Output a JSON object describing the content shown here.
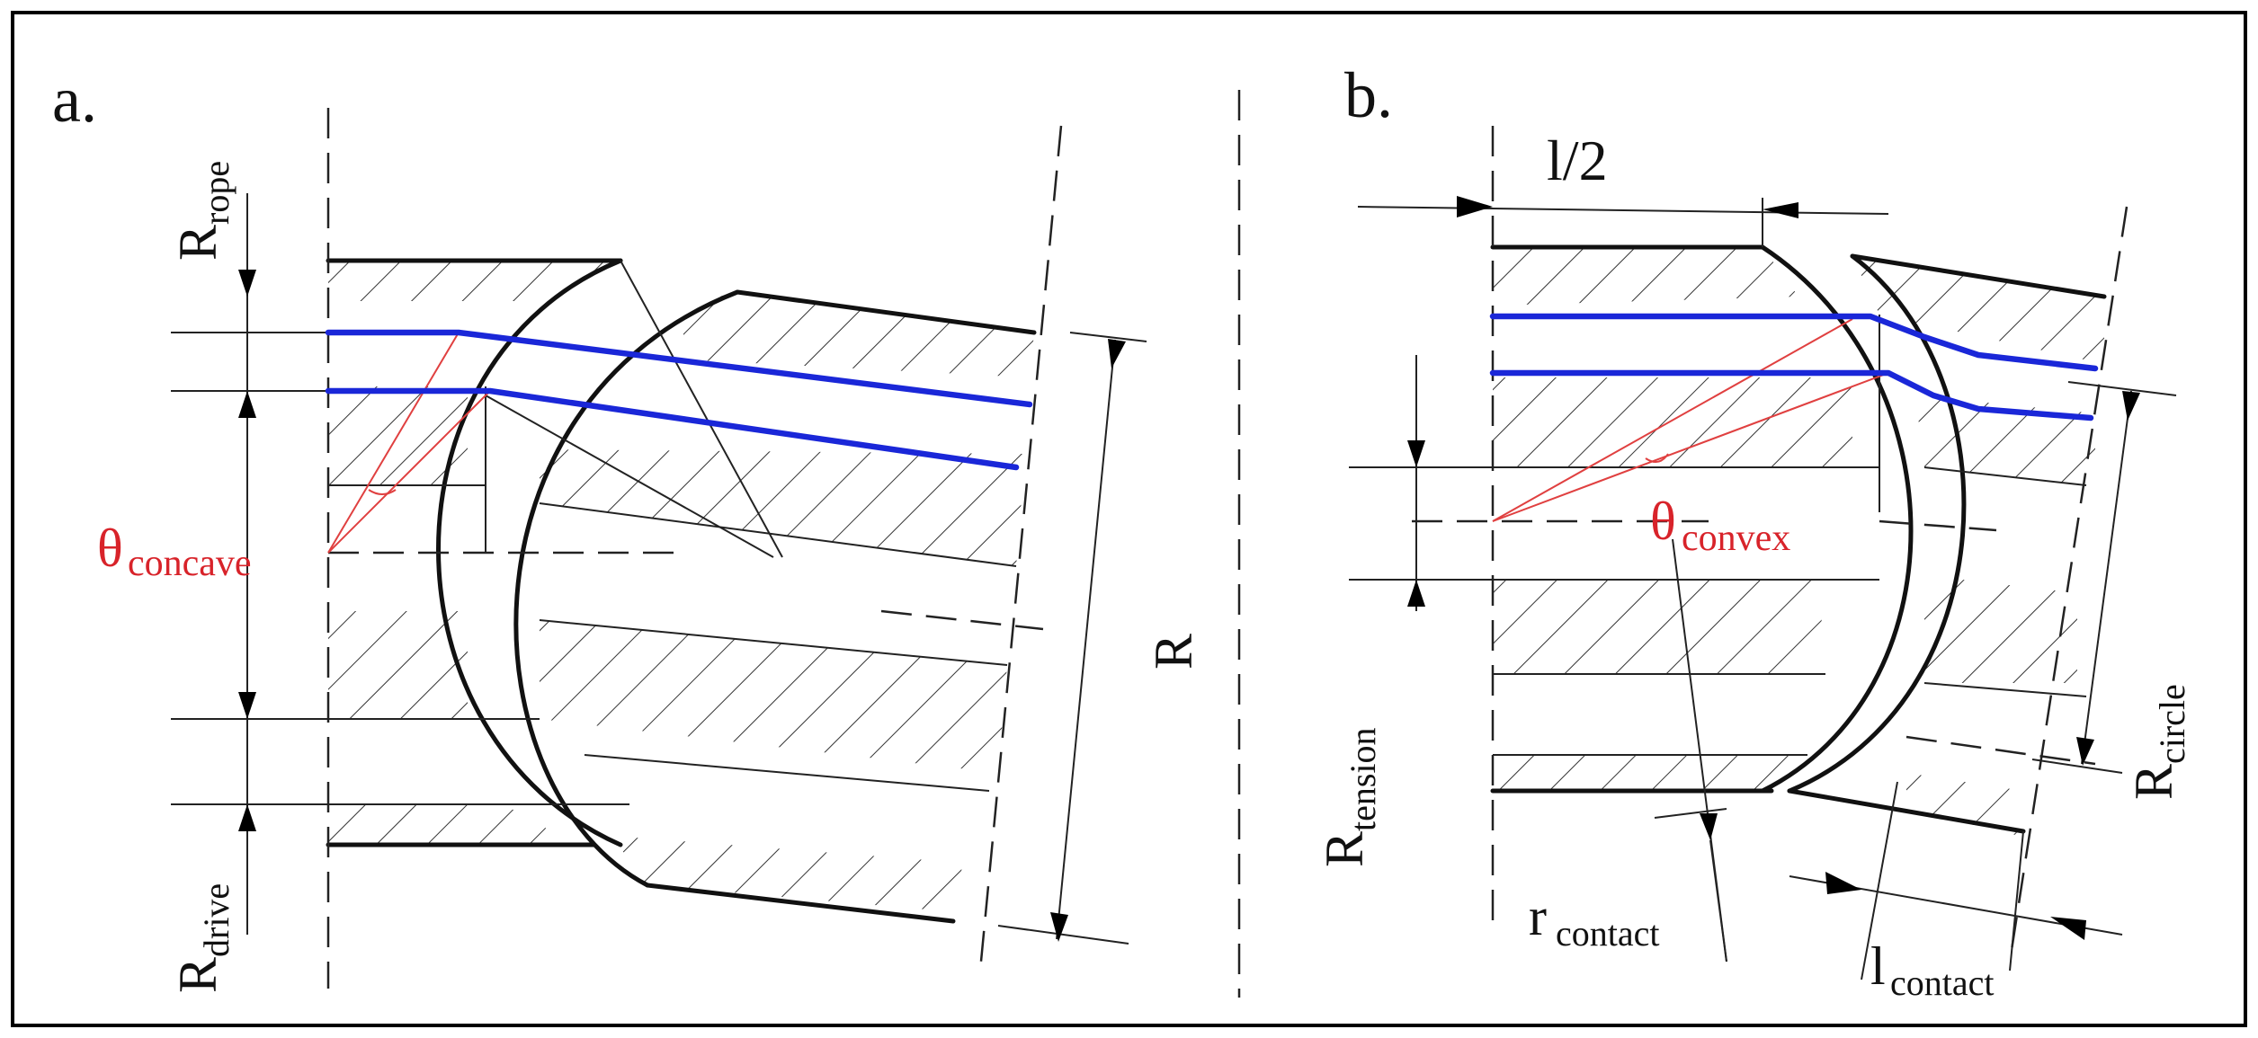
{
  "panels": {
    "a": {
      "label": "a.",
      "R_rope_main": "R",
      "R_rope_sub": "rope",
      "R_drive_main": "R",
      "R_drive_sub": "drive",
      "theta_main": "θ",
      "theta_sub": "concave",
      "R_label": "R"
    },
    "b": {
      "label": "b.",
      "half_length": "l/2",
      "R_tension_main": "R",
      "R_tension_sub": "tension",
      "theta_main": "θ",
      "theta_sub": "convex",
      "R_circle_main": "R",
      "R_circle_sub": "circle",
      "r_contact_main": "r",
      "r_contact_sub": "contact",
      "l_contact_main": "l",
      "l_contact_sub": "contact"
    }
  },
  "colors": {
    "rope": "#1a27d8",
    "angle": "#d8232a",
    "outline": "#111111"
  }
}
